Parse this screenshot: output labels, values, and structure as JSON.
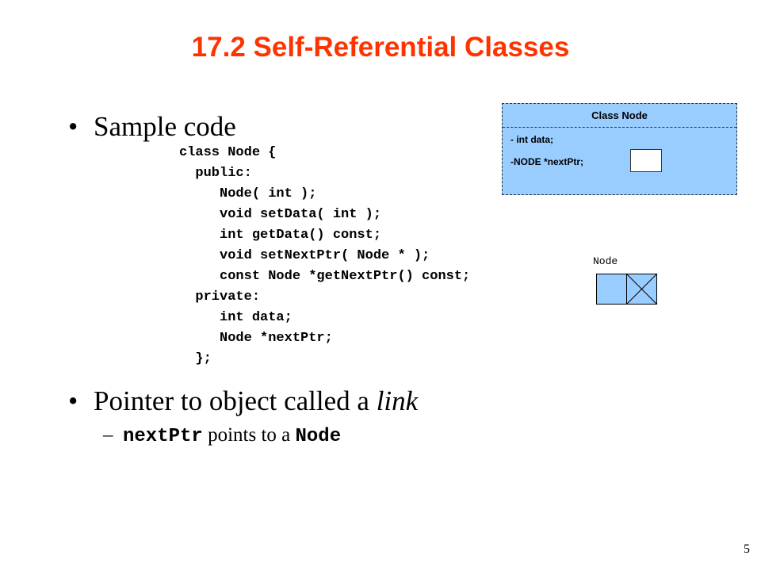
{
  "slide": {
    "title": "17.2  Self-Referential Classes",
    "title_color": "#ff3300",
    "page_number": "5"
  },
  "bullets": {
    "marker": "•",
    "b1": "Sample code",
    "b2_prefix": "Pointer to object called a ",
    "b2_emphasis": "link"
  },
  "sub_bullet": {
    "dash": "–",
    "code1": "nextPtr",
    "mid": " points to a ",
    "code2": "Node"
  },
  "code_block": {
    "lines": [
      "class Node {",
      "  public:",
      "     Node( int );",
      "     void setData( int );",
      "     int getData() const;",
      "     void setNextPtr( Node * );",
      "     const Node *getNextPtr() const;",
      "  private:",
      "     int data;",
      "     Node *nextPtr;",
      "  };"
    ]
  },
  "uml": {
    "header": "Class  Node",
    "attr1": "- int data;",
    "attr2": "-NODE *nextPtr;",
    "fill_color": "#99ccff"
  },
  "node_diagram": {
    "label": "Node",
    "fill_color": "#99ccff"
  }
}
